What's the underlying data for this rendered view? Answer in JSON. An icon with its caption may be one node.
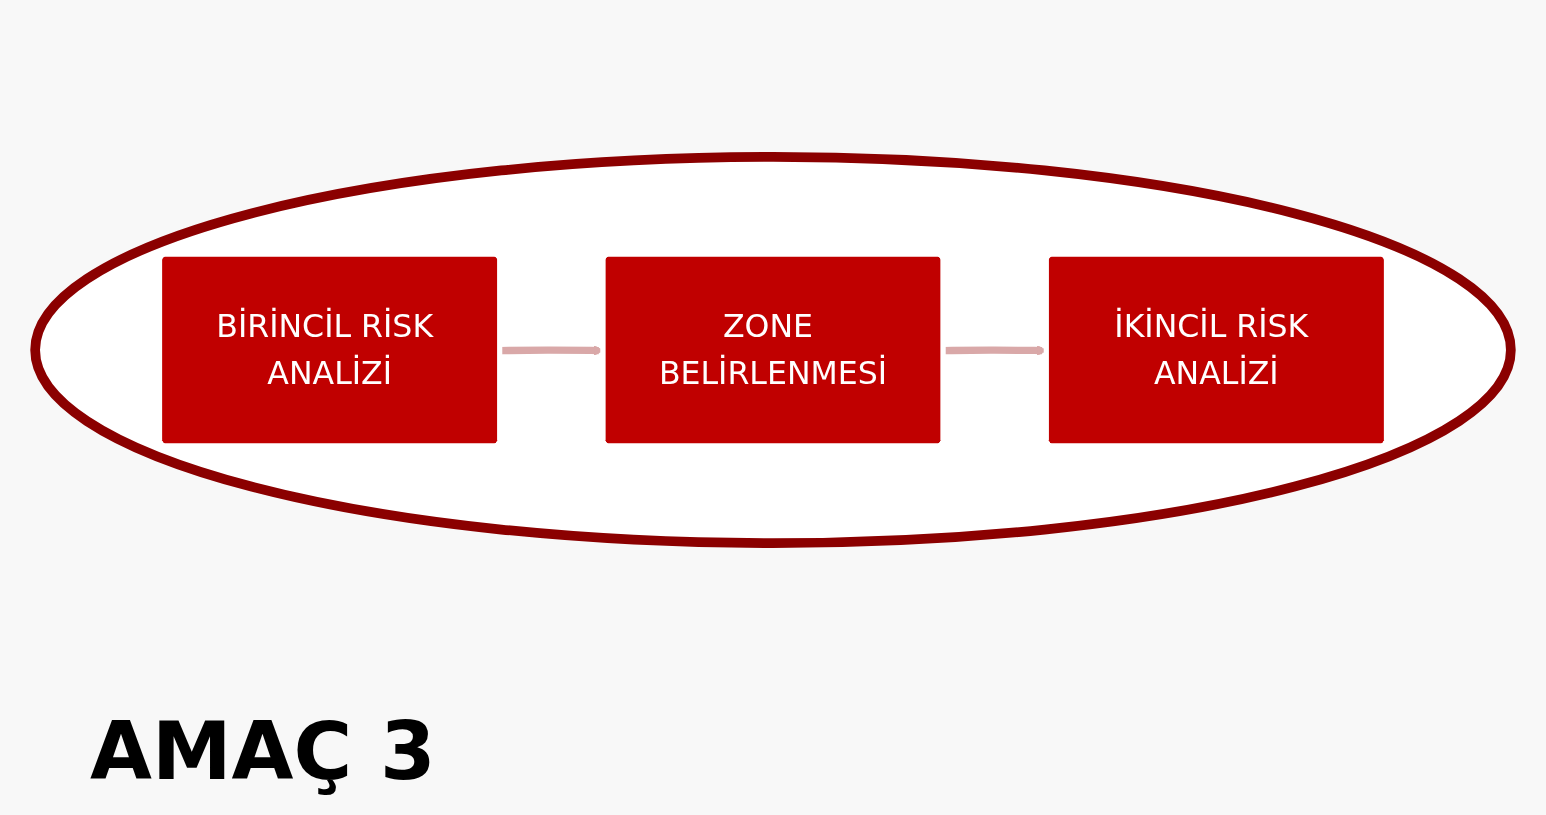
{
  "diagram": {
    "nodes": [
      {
        "text": [],
        "shape": "ellipse"
      },
      {
        "text": [
          "BİRİNCİL RİSK ANALİZİ"
        ],
        "in": 0
      },
      {
        "text": [
          "ZONE BELİRLENMESİ"
        ],
        "in": 0
      },
      {
        "text": [
          "İKİNCİL RİSK ANALİZİ"
        ],
        "in": 0
      }
    ],
    "edges": [
      {
        "from": 1,
        "to": 2,
        "arrow": "to"
      },
      {
        "from": 2,
        "to": 3,
        "arrow": "to"
      }
    ],
    "labels": [
      "AMAÇ 3"
    ]
  }
}
